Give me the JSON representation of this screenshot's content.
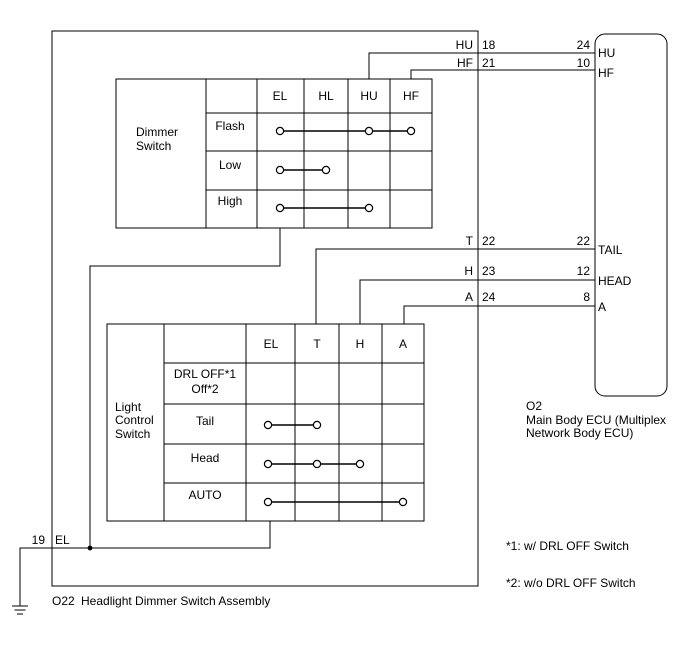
{
  "assembly": {
    "code": "O22",
    "name": "Headlight Dimmer Switch Assembly"
  },
  "ecu": {
    "code": "O2",
    "name_line1": "Main Body ECU (Multiplex",
    "name_line2": "Network Body ECU)"
  },
  "notes": [
    "*1: w/ DRL OFF Switch",
    "*2: w/o DRL OFF Switch"
  ],
  "ground_pin": {
    "num": "19",
    "name": "EL"
  },
  "dimmer": {
    "title_line1": "Dimmer",
    "title_line2": "Switch",
    "columns": [
      "EL",
      "HL",
      "HU",
      "HF"
    ],
    "rows": [
      "Flash",
      "Low",
      "High"
    ]
  },
  "light": {
    "title_line1": "Light",
    "title_line2": "Control",
    "title_line3": "Switch",
    "columns": [
      "EL",
      "T",
      "H",
      "A"
    ],
    "rows": [
      "DRL OFF*1",
      "Off*2",
      "Tail",
      "Head",
      "AUTO"
    ]
  },
  "wires": [
    {
      "name": "HU",
      "left": "18",
      "right": "24",
      "ecu_label": "HU"
    },
    {
      "name": "HF",
      "left": "21",
      "right": "10",
      "ecu_label": "HF"
    },
    {
      "name": "T",
      "left": "22",
      "right": "22",
      "ecu_label": "TAIL"
    },
    {
      "name": "H",
      "left": "23",
      "right": "12",
      "ecu_label": "HEAD"
    },
    {
      "name": "A",
      "left": "24",
      "right": "8",
      "ecu_label": "A"
    }
  ]
}
